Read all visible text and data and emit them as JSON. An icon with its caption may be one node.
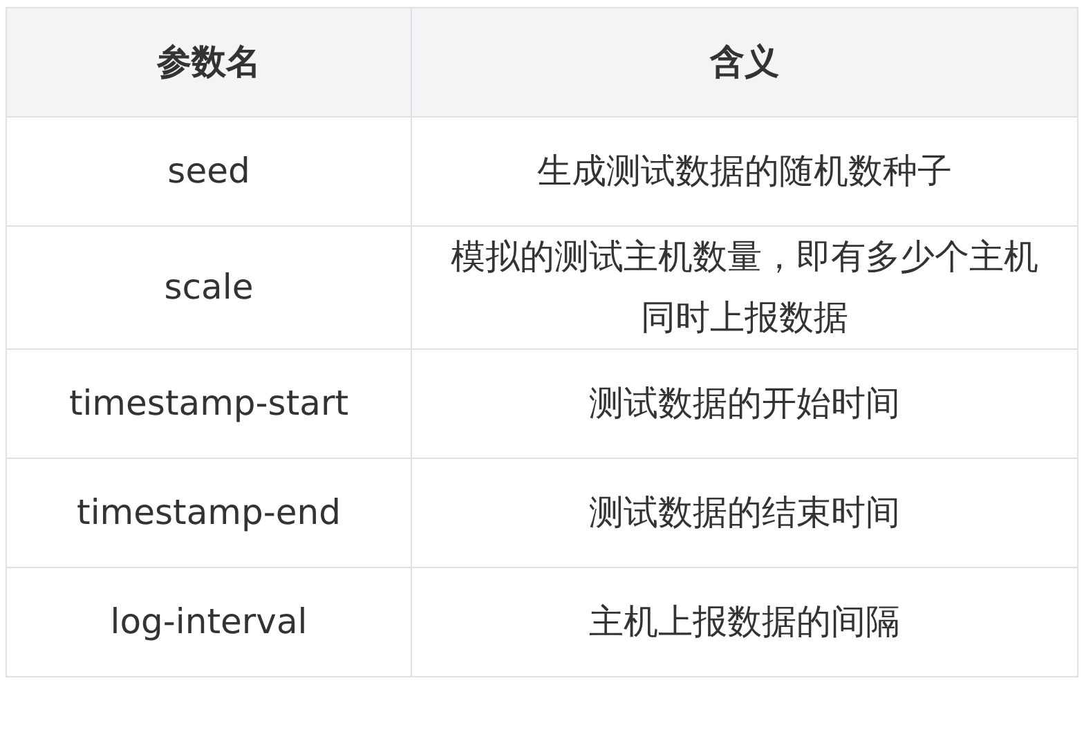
{
  "diagram": {
    "labels": [
      "参数名",
      "含义",
      "seed",
      "生成测试数据的随机数种子",
      "scale",
      "模拟的测试主机数量，即有多少个主机同时上报数据",
      "timestamp-start",
      "测试数据的开始时间",
      "timestamp-end",
      "测试数据的结束时间",
      "log-interval",
      "主机上报数据的间隔"
    ]
  }
}
